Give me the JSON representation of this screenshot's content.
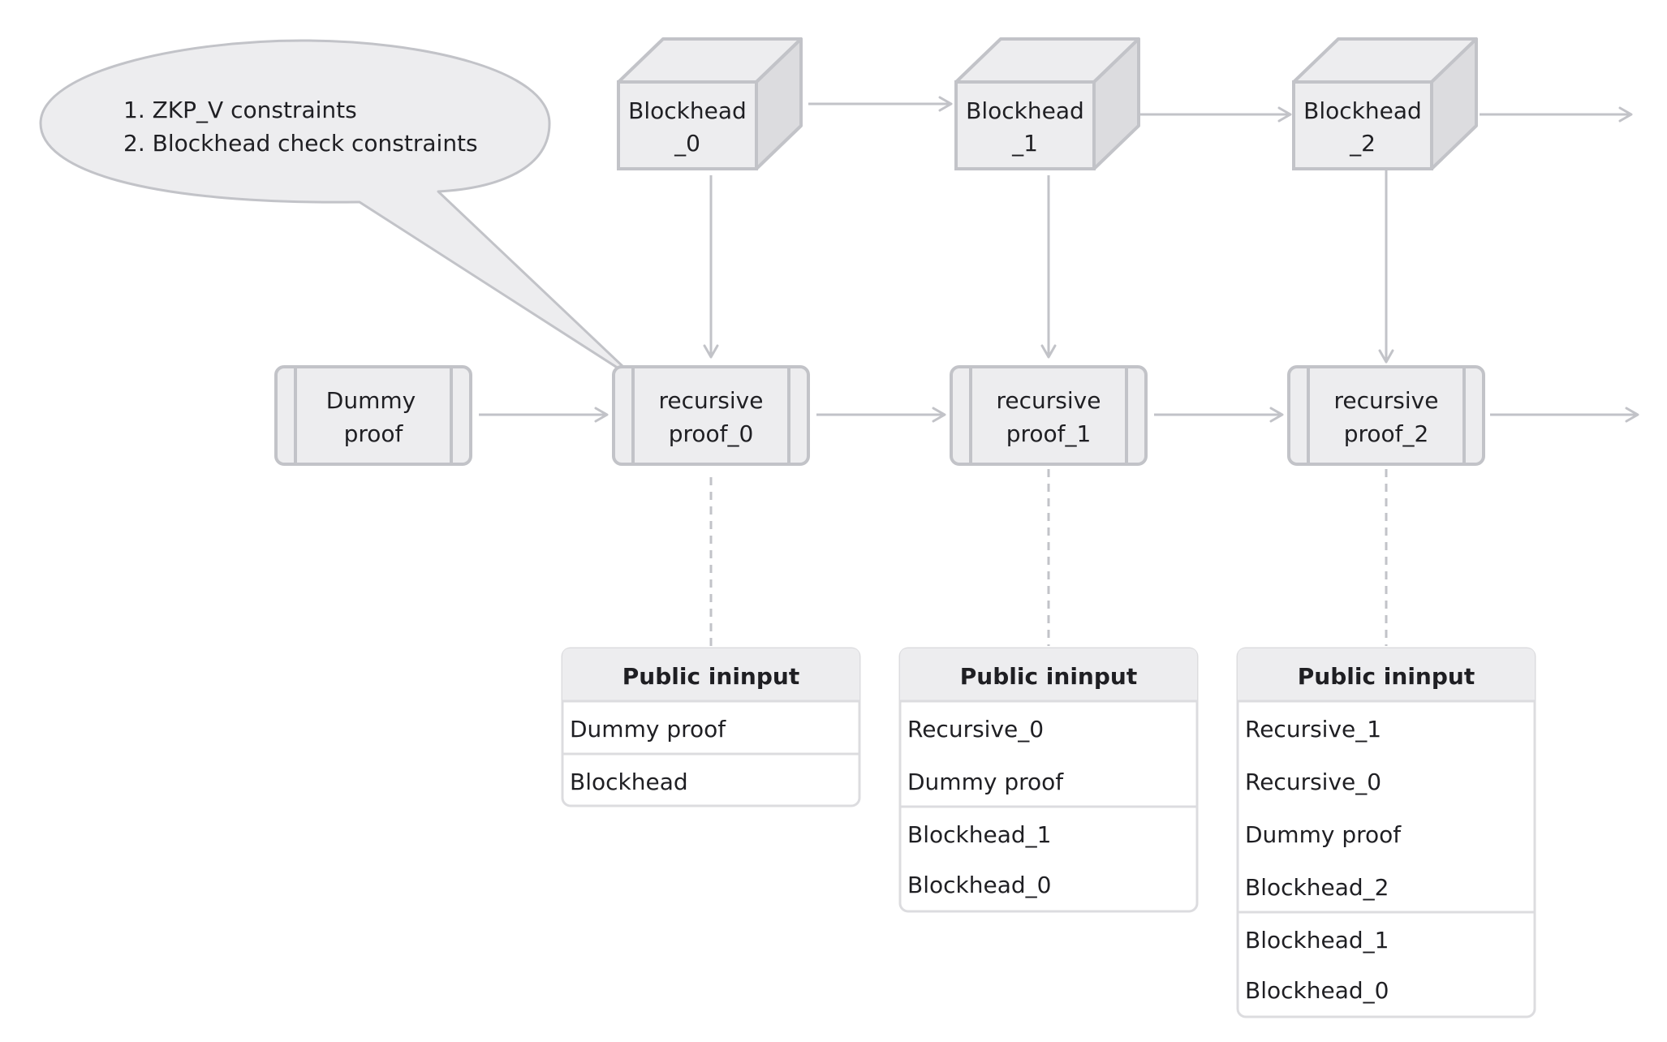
{
  "callout": {
    "line1": "1. ZKP_V constraints",
    "line2": "2. Blockhead check constraints"
  },
  "blockheads": [
    {
      "line1": "Blockhead",
      "line2": "_0"
    },
    {
      "line1": "Blockhead",
      "line2": "_1"
    },
    {
      "line1": "Blockhead",
      "line2": "_2"
    }
  ],
  "dummy": {
    "line1": "Dummy",
    "line2": "proof"
  },
  "recursive": [
    {
      "line1": "recursive",
      "line2": "proof_0"
    },
    {
      "line1": "recursive",
      "line2": "proof_1"
    },
    {
      "line1": "recursive",
      "line2": "proof_2"
    }
  ],
  "tables": [
    {
      "header": "Public ininput",
      "group1": [
        "Dummy proof"
      ],
      "group2": [
        "Blockhead"
      ]
    },
    {
      "header": "Public ininput",
      "group1": [
        "Recursive_0",
        "Dummy proof"
      ],
      "group2": [
        "Blockhead_1",
        "Blockhead_0"
      ]
    },
    {
      "header": "Public ininput",
      "group1": [
        "Recursive_1",
        "Recursive_0",
        "Dummy proof",
        "Blockhead_2"
      ],
      "group2": [
        "Blockhead_1",
        "Blockhead_0"
      ]
    }
  ],
  "colors": {
    "stroke": "#c2c3c8",
    "fill": "#ededef",
    "cube_side": "#dcdcdf",
    "text": "#1f1f23",
    "background": "#ffffff"
  }
}
